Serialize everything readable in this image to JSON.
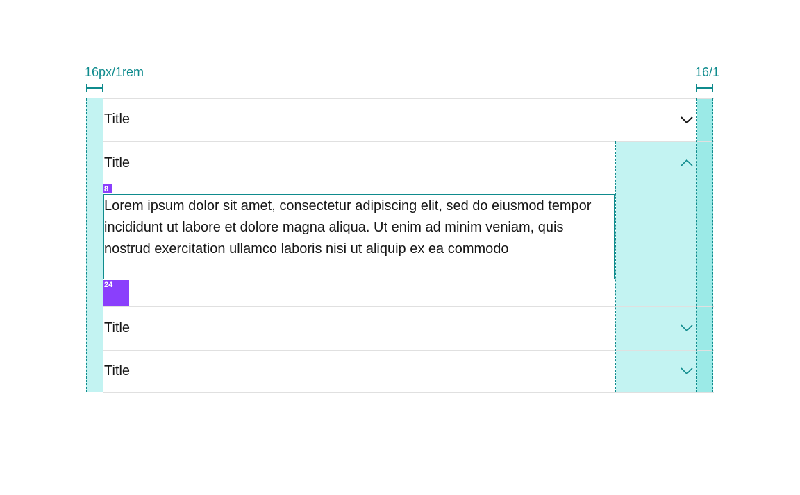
{
  "annotations": {
    "left_padding_label": "16px/1rem",
    "right_padding_label": "16/1",
    "top_spacing_tag": "8",
    "bottom_spacing_tag": "24"
  },
  "accordion": {
    "items": [
      {
        "title": "Title",
        "state": "collapsed",
        "icon": "chevron-down-icon"
      },
      {
        "title": "Title",
        "state": "expanded",
        "icon": "chevron-up-icon",
        "content": "Lorem ipsum dolor sit amet, consectetur adipiscing elit, sed do eiusmod tempor incididunt ut labore et dolore magna aliqua. Ut enim ad minim veniam, quis nostrud exercitation ullamco laboris nisi ut aliquip ex ea commodo"
      },
      {
        "title": "Title",
        "state": "collapsed",
        "icon": "chevron-down-icon"
      },
      {
        "title": "Title",
        "state": "collapsed",
        "icon": "chevron-down-icon"
      }
    ]
  },
  "colors": {
    "annotation_teal": "#0f8b8d",
    "overlay_light": "#c3f3f2",
    "overlay_strong": "#9beae7",
    "spacer_purple": "#8a3ffc",
    "divider": "#e0e0e0",
    "text": "#161616"
  }
}
